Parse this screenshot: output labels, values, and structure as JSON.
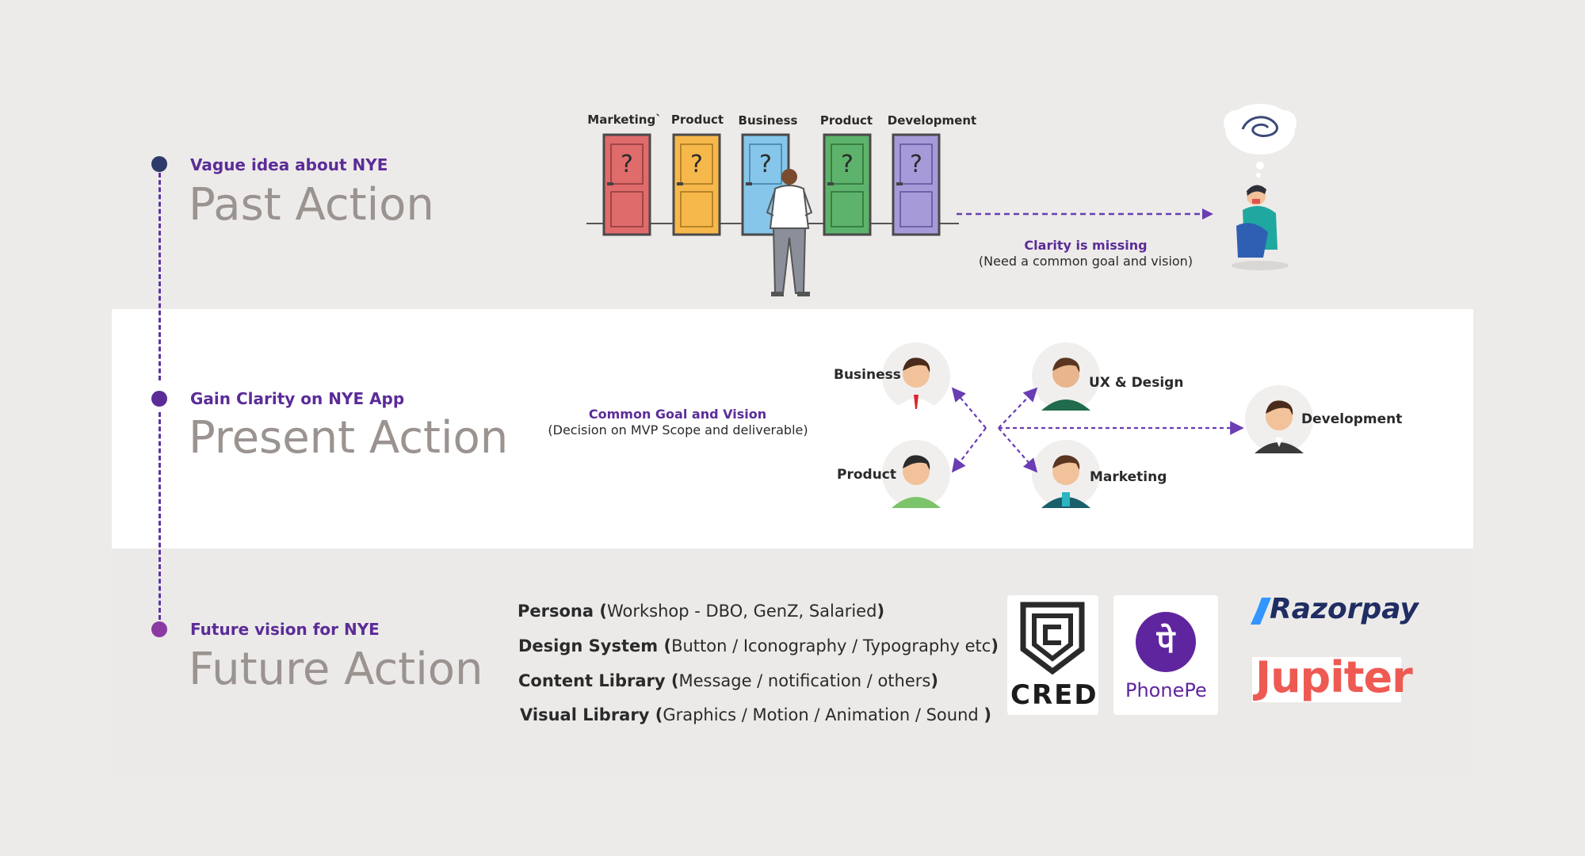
{
  "timeline": [
    {
      "subtitle": "Vague idea about NYE",
      "title": "Past Action",
      "dot_color": "#2d3a6b"
    },
    {
      "subtitle": "Gain Clarity on NYE App",
      "title": "Present Action",
      "dot_color": "#5b2c98"
    },
    {
      "subtitle": "Future vision for NYE",
      "title": "Future Action",
      "dot_color": "#8b3aa3"
    }
  ],
  "past": {
    "doors": [
      {
        "label": "Marketing`",
        "color": "#e06b6b",
        "symbol": "?"
      },
      {
        "label": "Product",
        "color": "#f7b84b",
        "symbol": "?"
      },
      {
        "label": "Business",
        "color": "#86c6ea",
        "symbol": "?"
      },
      {
        "label": "Product",
        "color": "#5db36b",
        "symbol": "?"
      },
      {
        "label": "Development",
        "color": "#a79ad8",
        "symbol": "?"
      }
    ],
    "note_title": "Clarity is missing",
    "note_sub": "(Need a common goal and vision)"
  },
  "present": {
    "note_title": "Common Goal and Vision",
    "note_sub": "(Decision on MVP Scope and deliverable)",
    "people": [
      {
        "label": "Business",
        "icon": "businessman-avatar-icon"
      },
      {
        "label": "Product",
        "icon": "product-person-avatar-icon"
      },
      {
        "label": "UX & Design",
        "icon": "designer-avatar-icon"
      },
      {
        "label": "Marketing",
        "icon": "marketer-avatar-icon"
      },
      {
        "label": "Development",
        "icon": "developer-avatar-icon"
      }
    ]
  },
  "future": {
    "items": [
      {
        "bold": "Persona (",
        "rest": "Workshop - DBO, GenZ, Salaried",
        "end": ")"
      },
      {
        "bold": "Design System (",
        "rest": "Button / Iconography / Typography etc",
        "end": ")"
      },
      {
        "bold": "Content Library (",
        "rest": "Message / notification / others",
        "end": ")"
      },
      {
        "bold": "Visual Library (",
        "rest": "Graphics / Motion / Animation / Sound ",
        "end": ")"
      }
    ],
    "brands": {
      "cred": "CRED",
      "phonepe": "PhonePe",
      "phonepe_glyph": "पे",
      "razorpay": "Razorpay",
      "jupiter": "Jupiter"
    }
  },
  "colors": {
    "accent": "#5b2c98",
    "arrow": "#6a3db3",
    "heading_gray": "#9a9390",
    "band_white": "#ffffff",
    "background": "#edebe9"
  }
}
